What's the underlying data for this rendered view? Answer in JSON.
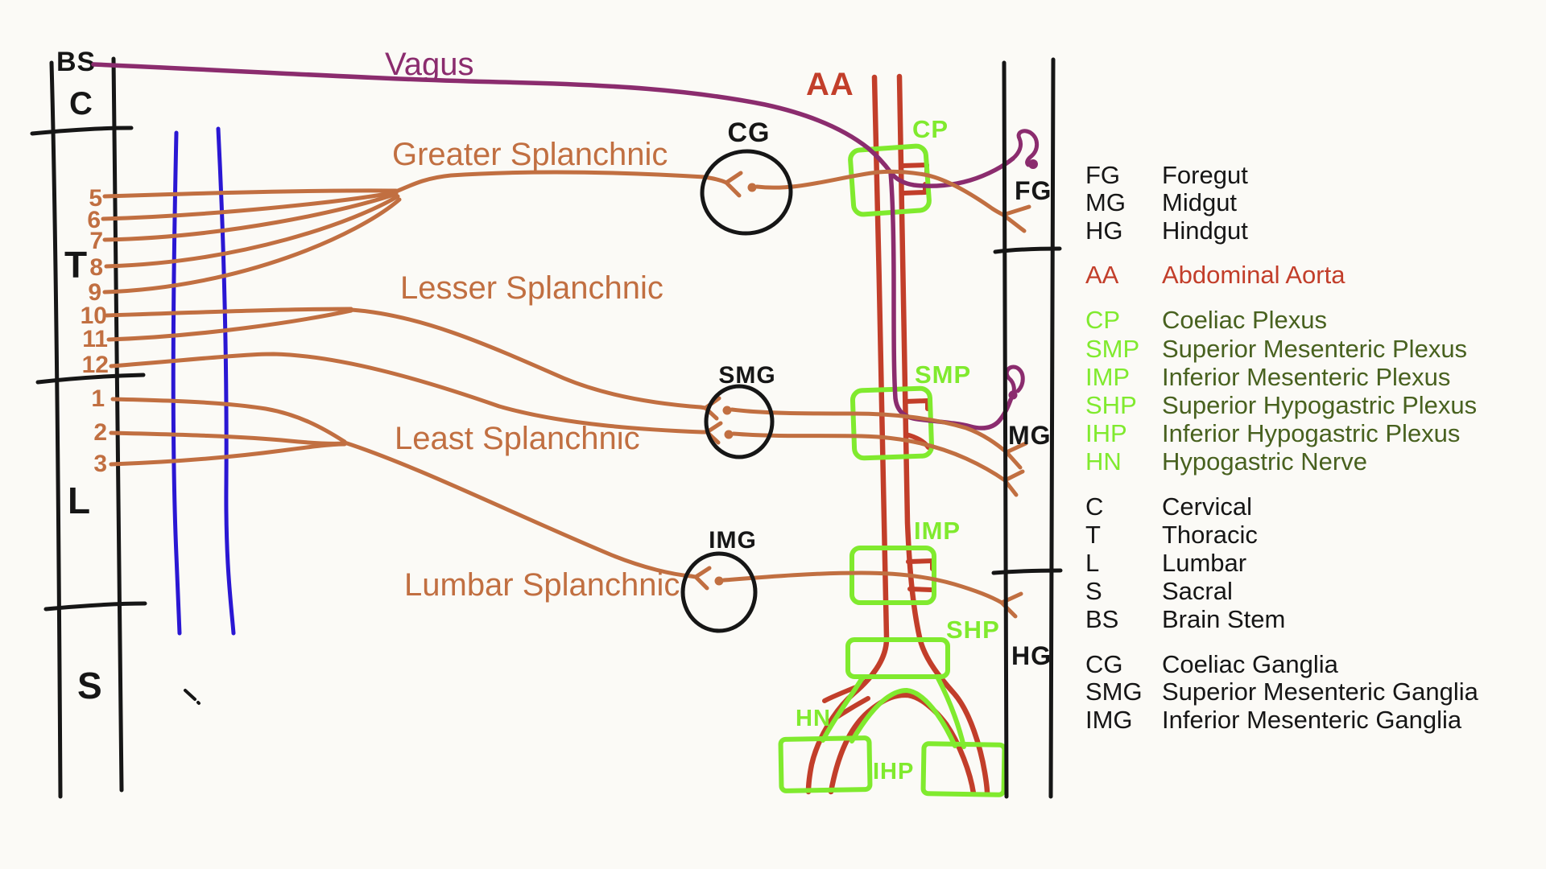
{
  "colors": {
    "background": "#fbfaf6",
    "black_ink": "#161616",
    "orange_nerve": "#c16f41",
    "purple_vagus": "#8b2c6e",
    "blue_chain": "#2a17d3",
    "red_aorta": "#c23e2a",
    "bright_green_plexus": "#80ea2e",
    "dark_green_text": "#48611f"
  },
  "spine": {
    "brain_stem": "BS",
    "cervical": "C",
    "thoracic": "T",
    "lumbar": "L",
    "sacral": "S",
    "thoracic_roots": [
      "5",
      "6",
      "7",
      "8",
      "9",
      "10",
      "11",
      "12"
    ],
    "lumbar_roots": [
      "1",
      "2",
      "3"
    ]
  },
  "nerve_labels": {
    "vagus": "Vagus",
    "greater": "Greater Splanchnic",
    "lesser": "Lesser Splanchnic",
    "least": "Least Splanchnic",
    "lumbar": "Lumbar Splanchnic"
  },
  "aorta": {
    "label": "AA"
  },
  "ganglia": {
    "cg": "CG",
    "smg": "SMG",
    "img": "IMG"
  },
  "plexuses": {
    "cp": "CP",
    "smp": "SMP",
    "imp": "IMP",
    "shp": "SHP",
    "ihp": "IHP",
    "hn": "HN"
  },
  "gut": {
    "fg": "FG",
    "mg": "MG",
    "hg": "HG"
  },
  "legend": {
    "groups": [
      {
        "color": "black",
        "items": [
          {
            "abbr": "FG",
            "name": "Foregut"
          },
          {
            "abbr": "MG",
            "name": "Midgut"
          },
          {
            "abbr": "HG",
            "name": "Hindgut"
          }
        ]
      },
      {
        "color": "red",
        "items": [
          {
            "abbr": "AA",
            "name": "Abdominal Aorta"
          }
        ]
      },
      {
        "color": "green",
        "items": [
          {
            "abbr": "CP",
            "name": "Coeliac Plexus"
          },
          {
            "abbr": "SMP",
            "name": "Superior Mesenteric Plexus"
          },
          {
            "abbr": "IMP",
            "name": "Inferior Mesenteric Plexus"
          },
          {
            "abbr": "SHP",
            "name": "Superior Hypogastric Plexus"
          },
          {
            "abbr": "IHP",
            "name": "Inferior Hypogastric Plexus"
          },
          {
            "abbr": "HN",
            "name": "Hypogastric Nerve"
          }
        ]
      },
      {
        "color": "black",
        "items": [
          {
            "abbr": "C",
            "name": "Cervical"
          },
          {
            "abbr": "T",
            "name": "Thoracic"
          },
          {
            "abbr": "L",
            "name": "Lumbar"
          },
          {
            "abbr": "S",
            "name": "Sacral"
          },
          {
            "abbr": "BS",
            "name": "Brain Stem"
          }
        ]
      },
      {
        "color": "black",
        "items": [
          {
            "abbr": "CG",
            "name": "Coeliac Ganglia"
          },
          {
            "abbr": "SMG",
            "name": "Superior Mesenteric Ganglia"
          },
          {
            "abbr": "IMG",
            "name": "Inferior Mesenteric Ganglia"
          }
        ]
      }
    ]
  }
}
